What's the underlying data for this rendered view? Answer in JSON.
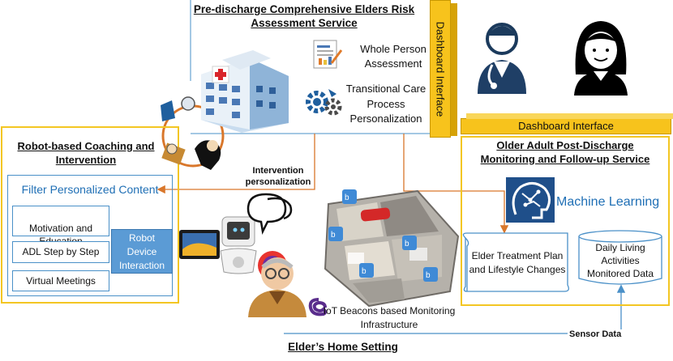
{
  "top_service": {
    "title_line1": "Pre-discharge Comprehensive Elders Risk",
    "title_line2": "Assessment Service",
    "item1_line1": "Whole Person",
    "item1_line2": "Assessment",
    "item2_line1": "Transitional Care",
    "item2_line2": "Process",
    "item2_line3": "Personalization"
  },
  "dashboard_vertical": "Dashboard Interface",
  "right_service": {
    "dashboard_label": "Dashboard Interface",
    "title_line1": "Older Adult Post-Discharge",
    "title_line2": "Monitoring and Follow-up Service",
    "ml_label": "Machine Learning",
    "treatment_line1": "Elder Treatment Plan",
    "treatment_line2": "and Lifestyle Changes",
    "daily_line1": "Daily Living",
    "daily_line2": "Activities",
    "daily_line3": "Monitored Data"
  },
  "left_service": {
    "title_line1": "Robot-based Coaching and",
    "title_line2": "Intervention",
    "filter_label": "Filter Personalized Content",
    "items": [
      "Motivation and\nEducation",
      "ADL Step by Step",
      "Virtual Meetings"
    ],
    "robot_line1": "Robot",
    "robot_line2": "Device",
    "robot_line3": "Interaction"
  },
  "arrows": {
    "intervention_line1": "Intervention",
    "intervention_line2": "personalization",
    "sensor_data": "Sensor Data"
  },
  "home": {
    "iot_line1": "IoT Beacons based Monitoring",
    "iot_line2": "Infrastructure",
    "title": "Elder’s Home Setting"
  },
  "colors": {
    "gold_border": "#f3c623",
    "blue_border": "#4a90c8",
    "orange_line": "#d9772b",
    "robot_box": "#5b9bd5",
    "dashboard_fill": "#f7c31c",
    "accent_blue": "#1f5f9e"
  }
}
